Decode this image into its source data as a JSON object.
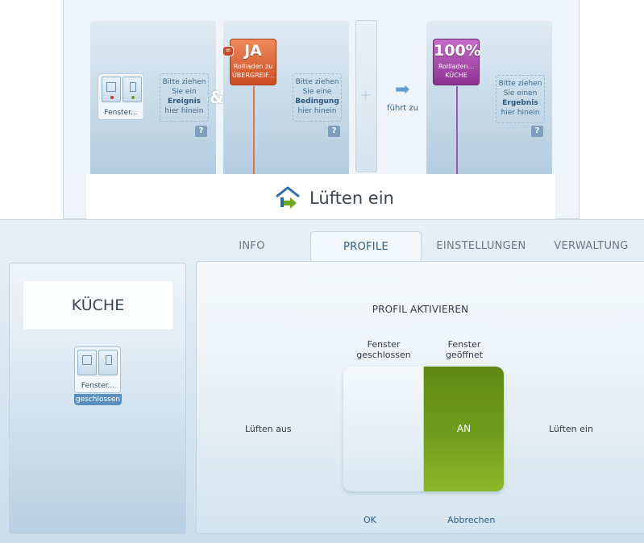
{
  "rule": {
    "event": {
      "device_label": "Fenster...",
      "drop_hint": [
        "Bitte ziehen",
        "Sie ein",
        "Ereignis",
        "hier hinein"
      ]
    },
    "connector": "&",
    "condition": {
      "badge": "=",
      "value": "JA",
      "line1": "Rollladen zu",
      "line2": "ÜBERGREIF...",
      "drop_hint": [
        "Bitte ziehen",
        "Sie eine",
        "Bedingung",
        "hier hinein"
      ]
    },
    "plus": "+",
    "leads_to": "führt zu",
    "result": {
      "value": "100%",
      "line1": "Rollladen...",
      "line2": "KÜCHE",
      "drop_hint": [
        "Bitte ziehen",
        "Sie einen",
        "Ergebnis",
        "hier hinein"
      ]
    },
    "help": "?",
    "title": "Lüften ein",
    "icon": "house-arrow-icon"
  },
  "tabs": [
    {
      "label": "INFO",
      "active": false
    },
    {
      "label": "PROFILE",
      "active": true
    },
    {
      "label": "EINSTELLUNGEN",
      "active": false
    },
    {
      "label": "VERWALTUNG",
      "active": false
    }
  ],
  "sidebar": {
    "room": "KÜCHE",
    "device": {
      "label": "Fenster...",
      "status": "geschlossen"
    }
  },
  "profile": {
    "heading": "PROFIL AKTIVIEREN",
    "state_closed": [
      "Fenster",
      "geschlossen"
    ],
    "state_open": [
      "Fenster",
      "geöffnet"
    ],
    "toggle_on_label": "AN",
    "off_description": "Lüften aus",
    "on_description": "Lüften ein",
    "ok": "OK",
    "cancel": "Abbrechen"
  },
  "colors": {
    "accent_blue": "#2c5b84",
    "condition_orange": "#cc4d23",
    "result_purple": "#8c3392",
    "toggle_green": "#6f9d1b"
  }
}
